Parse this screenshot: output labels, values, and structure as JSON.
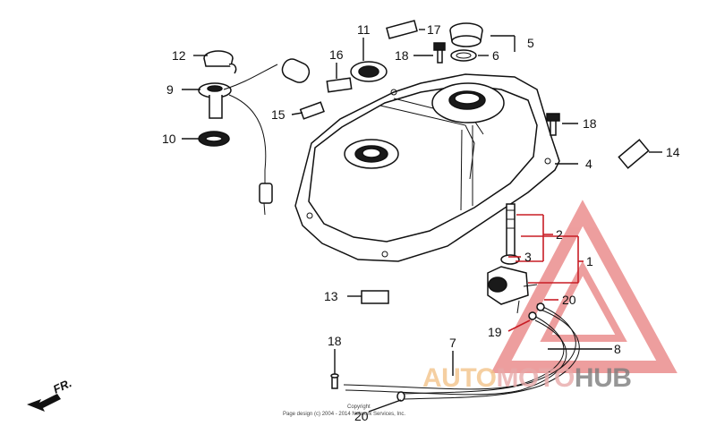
{
  "callouts": {
    "c1": "1",
    "c2": "2",
    "c3": "3",
    "c4": "4",
    "c5": "5",
    "c6": "6",
    "c7": "7",
    "c8": "8",
    "c9": "9",
    "c10": "10",
    "c11": "11",
    "c12": "12",
    "c13": "13",
    "c14": "14",
    "c15": "15",
    "c16": "16",
    "c17": "17",
    "c18a": "18",
    "c18b": "18",
    "c18c": "18",
    "c19": "19",
    "c20a": "20",
    "c20b": "20"
  },
  "direction": {
    "label": "FR."
  },
  "watermark": {
    "part1": "AUTO",
    "part2": "MOTO",
    "part3": "HUB",
    "color_red": "#e8a9a9",
    "color_orange": "#f3c48a",
    "color_gray": "#7d7d7d"
  },
  "copyright": {
    "line1": "Copyright",
    "line2": "Page design (c) 2004 - 2014 Network Services, Inc."
  }
}
